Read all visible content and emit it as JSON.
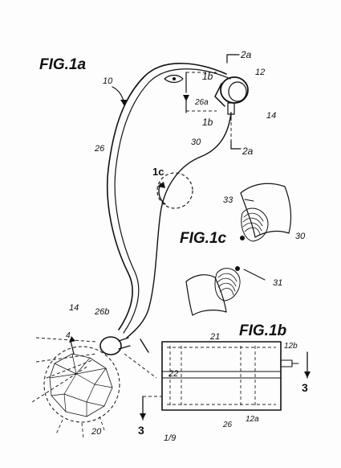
{
  "sheet": {
    "page_number": "1/9",
    "figures": {
      "fig1a": "FIG.1a",
      "fig1b": "FIG.1b",
      "fig1c": "FIG.1c"
    },
    "refs": {
      "r10": "10",
      "r12": "12",
      "r14_top": "14",
      "r14_bottom": "14",
      "r26": "26",
      "r26a": "26a",
      "r26b": "26b",
      "r30": "30",
      "r30_c": "30",
      "r31": "31",
      "r33": "33",
      "r1b_top": "1b",
      "r1b_bottom": "1b",
      "r2a_top": "2a",
      "r2a_bottom": "2a",
      "r1c": "1c",
      "r4": "4",
      "r20": "20",
      "r21": "21",
      "r22": "22",
      "r12a": "12a",
      "r12b": "12b",
      "r26_b": "26",
      "r3_left": "3",
      "r3_right": "3"
    }
  }
}
